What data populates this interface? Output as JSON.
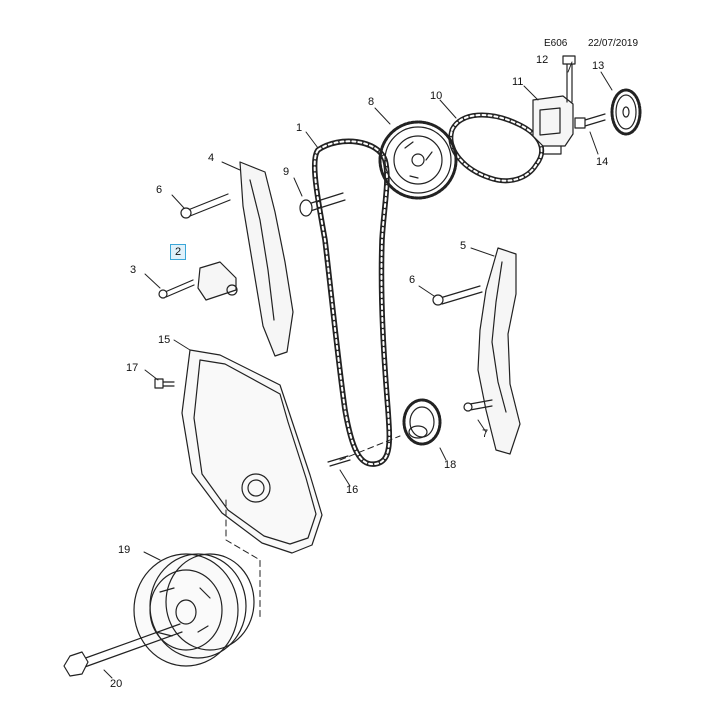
{
  "header": {
    "code": "E606",
    "date": "22/07/2019"
  },
  "highlighted_part": "2",
  "colors": {
    "highlight_border": "#3aa6d8",
    "highlight_fill": "#dff1fb",
    "line": "#222222"
  },
  "callouts": {
    "c1": "1",
    "c2": "2",
    "c3": "3",
    "c4": "4",
    "c5": "5",
    "c6a": "6",
    "c6b": "6",
    "c7": "7",
    "c8": "8",
    "c9": "9",
    "c10": "10",
    "c11": "11",
    "c12": "12",
    "c13": "13",
    "c14": "14",
    "c15": "15",
    "c16": "16",
    "c17": "17",
    "c18": "18",
    "c19": "19",
    "c20": "20"
  }
}
